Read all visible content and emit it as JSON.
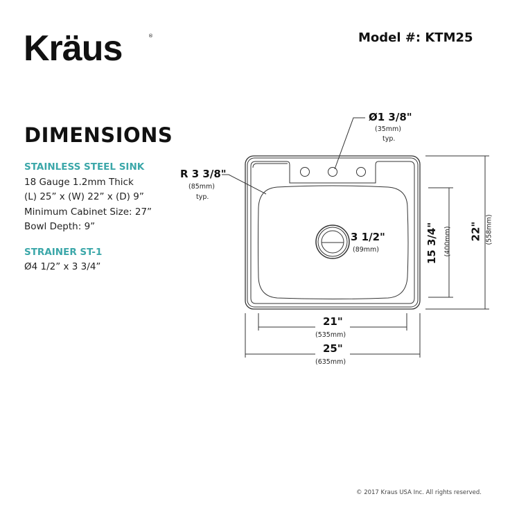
{
  "brand": {
    "logo": "Kräus",
    "registered": "®"
  },
  "model_label": "Model #: KTM25",
  "title": "DIMENSIONS",
  "sink": {
    "heading": "STAINLESS STEEL SINK",
    "lines": [
      "18 Gauge 1.2mm Thick",
      "(L) 25” x (W) 22” x (D) 9”",
      "Minimum Cabinet Size: 27”",
      "Bowl Depth: 9”"
    ]
  },
  "strainer": {
    "heading": "STRAINER ST-1",
    "lines": [
      "Ø4 1/2” x 3 3/4”"
    ]
  },
  "callouts": {
    "hole": {
      "main": "Ø1 3/8\"",
      "metric": "(35mm)",
      "note": "typ."
    },
    "radius": {
      "main": "R 3 3/8\"",
      "metric": "(85mm)",
      "note": "typ."
    },
    "drain": {
      "main": "3 1/2\"",
      "metric": "(89mm)"
    },
    "bowl_width": {
      "main": "21\"",
      "metric": "(535mm)"
    },
    "overall_width": {
      "main": "25\"",
      "metric": "(635mm)"
    },
    "bowl_length": {
      "main": "15 3/4\"",
      "metric": "(400mm)"
    },
    "overall_length": {
      "main": "22\"",
      "metric": "(558mm)"
    }
  },
  "copyright": "© 2017 Kraus USA Inc. All rights reserved.",
  "colors": {
    "accent": "#3ba7a9",
    "line": "#333333"
  }
}
